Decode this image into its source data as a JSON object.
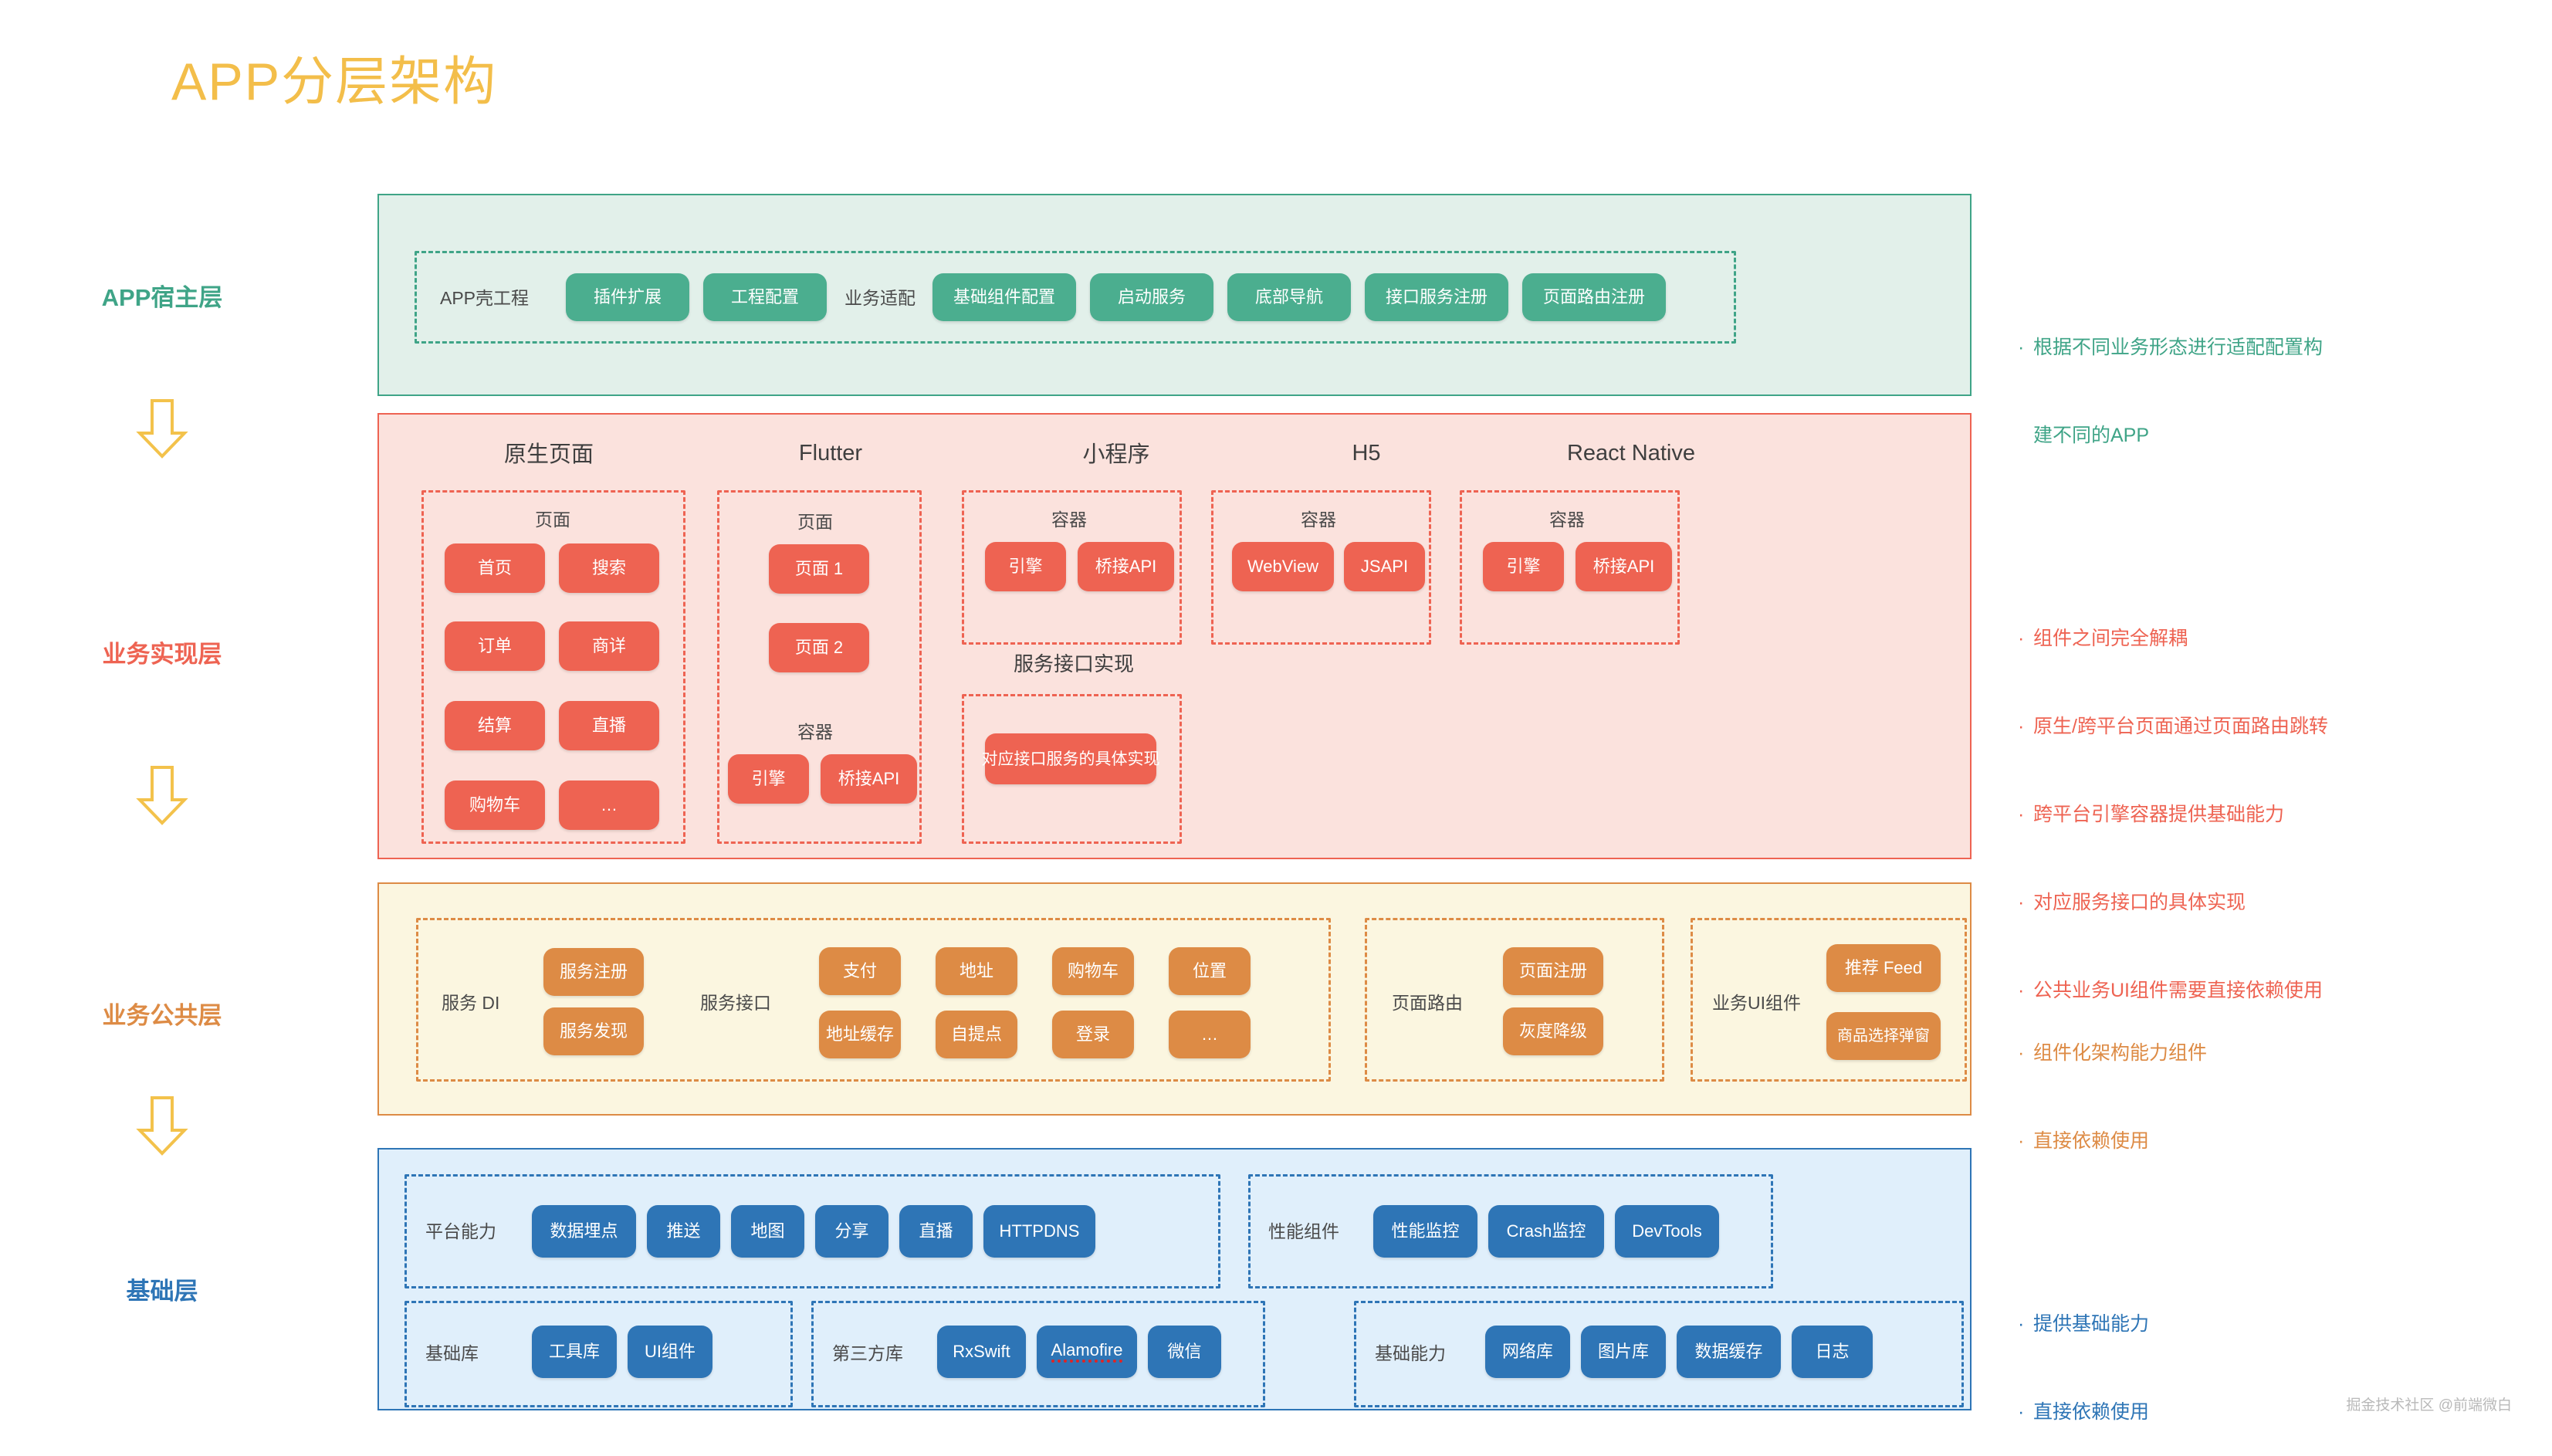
{
  "title": "APP分层架构",
  "colors": {
    "title": "#F3BE4A",
    "host_layer": "#4BAE8F",
    "business_layer": "#EE6352",
    "common_layer": "#DD8B45",
    "base_layer": "#2E75B6",
    "arrow": "#F3C24B"
  },
  "rail": {
    "labels": [
      {
        "text": "APP宿主层",
        "color": "#3FA487"
      },
      {
        "text": "业务实现层",
        "color": "#EE6352"
      },
      {
        "text": "业务公共层",
        "color": "#DD8B45"
      },
      {
        "text": "基础层",
        "color": "#2E75B6"
      }
    ],
    "arrow_icon": "arrow-down-icon"
  },
  "host_layer": {
    "group_labels": {
      "shell": "APP壳工程",
      "adapt": "业务适配"
    },
    "shell_pills": [
      "插件扩展",
      "工程配置"
    ],
    "adapt_pills": [
      "基础组件配置",
      "启动服务",
      "底部导航",
      "接口服务注册",
      "页面路由注册"
    ],
    "annotation": [
      "根据不同业务形态进行适配配置构",
      "建不同的APP"
    ],
    "annotation_color": "#3FA487"
  },
  "business_layer": {
    "columns": [
      "原生页面",
      "Flutter",
      "小程序",
      "H5",
      "React Native"
    ],
    "native": {
      "label": "页面",
      "pills": [
        "首页",
        "搜索",
        "订单",
        "商详",
        "结算",
        "直播",
        "购物车",
        "…"
      ]
    },
    "flutter": {
      "page_label": "页面",
      "pages": [
        "页面 1",
        "页面 2"
      ],
      "container_label": "容器",
      "container_pills": [
        "引擎",
        "桥接API"
      ]
    },
    "miniprogram": {
      "container_label": "容器",
      "container_pills": [
        "引擎",
        "桥接API"
      ]
    },
    "h5": {
      "container_label": "容器",
      "container_pills": [
        "WebView",
        "JSAPI"
      ]
    },
    "rn": {
      "container_label": "容器",
      "container_pills": [
        "引擎",
        "桥接API"
      ]
    },
    "service_impl": {
      "title": "服务接口实现",
      "pill": "对应接口服务的具体实现"
    },
    "annotation": [
      "组件之间完全解耦",
      "原生/跨平台页面通过页面路由跳转",
      "跨平台引擎容器提供基础能力",
      "对应服务接口的具体实现",
      "公共业务UI组件需要直接依赖使用"
    ],
    "annotation_color": "#EE6352"
  },
  "common_layer": {
    "service_di": {
      "label": "服务 DI",
      "pills": [
        "服务注册",
        "服务发现"
      ]
    },
    "service_api": {
      "label": "服务接口",
      "row1": [
        "支付",
        "地址",
        "购物车",
        "位置"
      ],
      "row2": [
        "地址缓存",
        "自提点",
        "登录",
        "…"
      ]
    },
    "page_router": {
      "label": "页面路由",
      "pills": [
        "页面注册",
        "灰度降级"
      ]
    },
    "biz_ui": {
      "label": "业务UI组件",
      "pills": [
        "推荐 Feed",
        "商品选择弹窗"
      ]
    },
    "annotation": [
      "组件化架构能力组件",
      "直接依赖使用"
    ],
    "annotation_color": "#DD8B45"
  },
  "base_layer": {
    "platform": {
      "label": "平台能力",
      "pills": [
        "数据埋点",
        "推送",
        "地图",
        "分享",
        "直播",
        "HTTPDNS"
      ]
    },
    "perf": {
      "label": "性能组件",
      "pills": [
        "性能监控",
        "Crash监控",
        "DevTools"
      ]
    },
    "base_lib": {
      "label": "基础库",
      "pills": [
        "工具库",
        "UI组件"
      ]
    },
    "third_party": {
      "label": "第三方库",
      "pills": [
        "RxSwift",
        "Alamofire",
        "微信"
      ],
      "misspelled": "Alamofire"
    },
    "base_cap": {
      "label": "基础能力",
      "pills": [
        "网络库",
        "图片库",
        "数据缓存",
        "日志"
      ]
    },
    "annotation": [
      "提供基础能力",
      "直接依赖使用"
    ],
    "annotation_color": "#2E75B6"
  },
  "watermark": "掘金技术社区 @前端微白"
}
